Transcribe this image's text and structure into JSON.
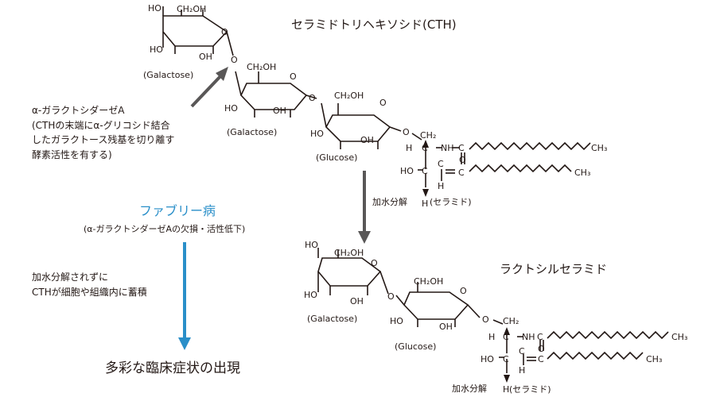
{
  "top": {
    "title": "セラミドトリヘキソシド(CTH)",
    "sugar1": "(Galactose)",
    "sugar2": "(Galactose)",
    "sugar3": "(Glucose)",
    "hydrolysis": "加水分解",
    "ceramide": "(セラミド)"
  },
  "enzyme_note": [
    "α-ガラクトシダーゼA",
    "(CTHの末端にα-グリコシド結合",
    "したガラクトース残基を切り離す",
    "酵素活性を有する)"
  ],
  "fabry": {
    "title": "ファブリー病",
    "sub": "(α-ガラクトシダーゼAの欠損・活性低下)"
  },
  "accumulation_note": [
    "加水分解されずに",
    "CTHが細胞や組織内に蓄積"
  ],
  "outcome": "多彩な臨床症状の出現",
  "bottom": {
    "title": "ラクトシルセラミド",
    "sugar1": "(Galactose)",
    "sugar2": "(Glucose)",
    "hydrolysis": "加水分解",
    "ceramide": "(セラミド)"
  },
  "chem": {
    "oh": "OH",
    "ho": "HO",
    "ch2oh": "CH₂OH",
    "o": "O",
    "ch2": "CH₂",
    "h": "H",
    "c": "C",
    "nh": "NH",
    "ch3": "CH₃"
  },
  "colors": {
    "arrow_gray": "#595757",
    "fabry_blue": "#2a8fc9",
    "ink": "#231815"
  }
}
